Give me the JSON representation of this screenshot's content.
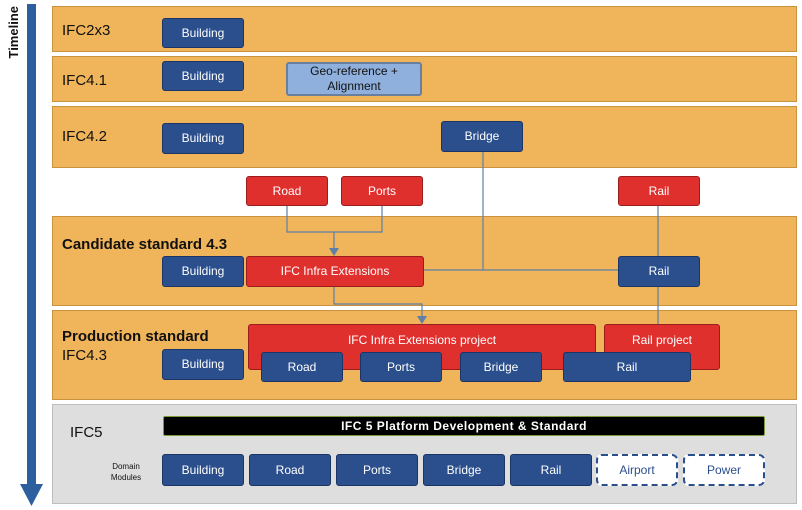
{
  "timeline": {
    "label": "Timeline"
  },
  "bands": {
    "ifc2x3": {
      "label": "IFC2x3"
    },
    "ifc41": {
      "label": "IFC4.1"
    },
    "ifc42": {
      "label": "IFC4.2"
    },
    "candidate": {
      "label": "Candidate standard 4.3"
    },
    "production": {
      "label_line1": "Production standard",
      "label_line2": "IFC4.3"
    },
    "ifc5": {
      "label": "IFC5"
    }
  },
  "boxes": {
    "building": "Building",
    "geo_reference": "Geo-reference + Alignment",
    "bridge": "Bridge",
    "road": "Road",
    "ports": "Ports",
    "rail": "Rail",
    "ifc_infra_extensions": "IFC Infra Extensions",
    "ifc_infra_extensions_project": "IFC Infra Extensions project",
    "rail_project": "Rail project",
    "ifc5_platform": "IFC 5 Platform Development & Standard",
    "airport": "Airport",
    "power": "Power"
  },
  "domain_modules": {
    "line1": "Domain",
    "line2": "Modules"
  },
  "colors": {
    "band_orange": "#f0b45a",
    "box_blue": "#2b4f8c",
    "box_red": "#e0302e",
    "box_lightblue": "#8fb0dc",
    "ifc5_band_grey": "#dedede",
    "timeline_arrow": "#2d5f9e"
  }
}
